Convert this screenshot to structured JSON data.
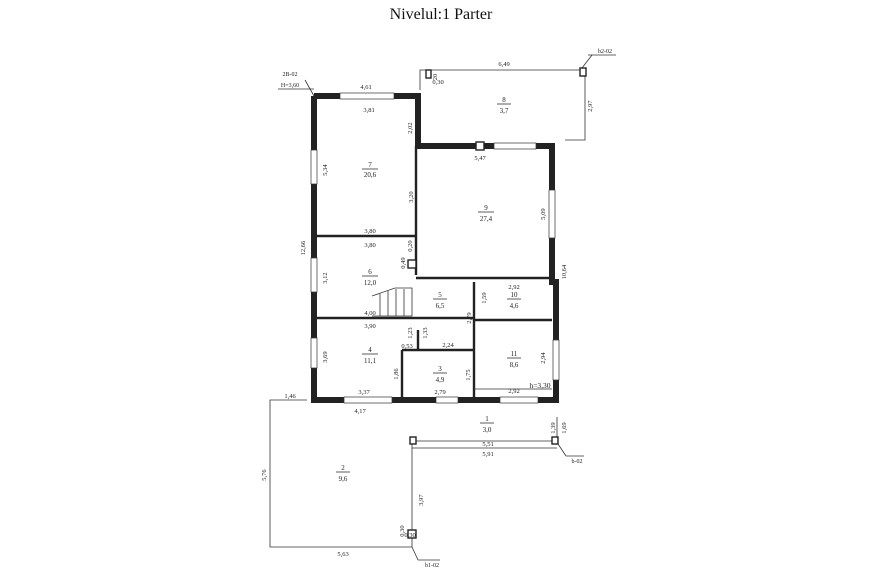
{
  "title": "Nivelul:1 Parter",
  "rooms": [
    {
      "num": "7",
      "area": "20,6"
    },
    {
      "num": "8",
      "area": "3,7"
    },
    {
      "num": "9",
      "area": "27,4"
    },
    {
      "num": "6",
      "area": "12,0"
    },
    {
      "num": "5",
      "area": "6,5"
    },
    {
      "num": "10",
      "area": "4,6"
    },
    {
      "num": "4",
      "area": "11,1"
    },
    {
      "num": "3",
      "area": "4,9"
    },
    {
      "num": "11",
      "area": "8,6"
    },
    {
      "num": "1",
      "area": "3,0"
    },
    {
      "num": "2",
      "area": "9,6"
    }
  ],
  "dims": {
    "top_left": "4,61",
    "top_right": "6,49",
    "r7_top": "3,81",
    "r7_side": "2,02",
    "r7_left": "5,34",
    "r7_mid": "3,20",
    "r7_bottom": "3,80",
    "r6_top": "3,80",
    "r6_v1": "0,20",
    "r6_v2": "0,49",
    "r6_left": "3,12",
    "overall_left": "12,66",
    "r8_width": "5,47",
    "r8_gap": "0,30",
    "r8_gap2": "20",
    "r8_right": "2,97",
    "r9_right": "5,09",
    "right_total": "10,64",
    "r10_top": "2,92",
    "r10_left": "1,59",
    "r5_right": "2,79",
    "r6_bottom": "4,00",
    "r4_top": "3,90",
    "r4_v1": "1,23",
    "r4_v2": "1,33",
    "r4_gap": "0,53",
    "r3_top": "2,24",
    "r4_left": "3,69",
    "r3_left": "1,86",
    "r3_right": "1,75",
    "r11_right": "2,94",
    "r11_bottom": "2,92",
    "height_mark": "h=3,30",
    "bottom_left": "3,37",
    "bottom_mid": "2,79",
    "bottom_total": "4,17",
    "terrace_corner": "1,46",
    "terrace_height": "5,76",
    "terrace_side": "3,97",
    "terrace_bottom": "5,63",
    "col_a": "0,30",
    "col_b": "0,30",
    "porch_inner": "5,51",
    "porch_outer": "5,91",
    "porch_h1": "1,39",
    "porch_h2": "1,69"
  },
  "tags": {
    "tl_1": "2B-02",
    "tl_2": "H=3,60",
    "tr": "b2-02",
    "br": "b-02",
    "bottom": "b1-02"
  }
}
